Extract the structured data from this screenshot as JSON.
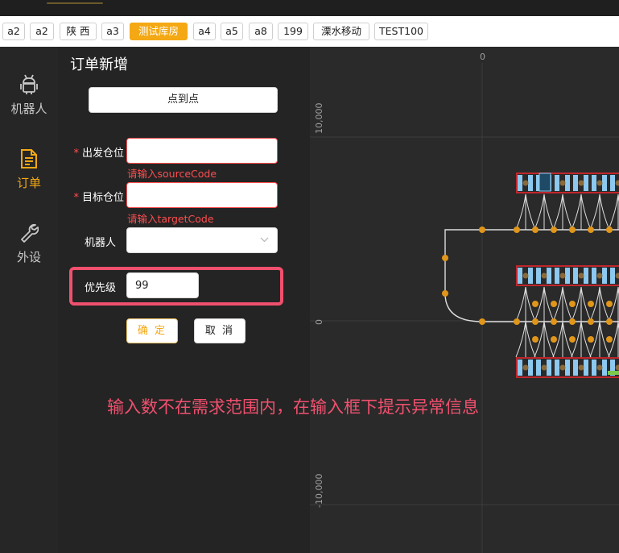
{
  "warehouse_tags": [
    {
      "label": "a2",
      "active": false
    },
    {
      "label": "a2",
      "active": false
    },
    {
      "label": "陕 西",
      "active": false
    },
    {
      "label": "a3",
      "active": false
    },
    {
      "label": "测试库房",
      "active": true
    },
    {
      "label": "a4",
      "active": false
    },
    {
      "label": "a5",
      "active": false
    },
    {
      "label": "a8",
      "active": false
    },
    {
      "label": "199",
      "active": false
    },
    {
      "label": "溧水移动",
      "active": false
    },
    {
      "label": "TEST100",
      "active": false
    }
  ],
  "sidebar": {
    "items": [
      {
        "label": "机器人",
        "icon": "robot-icon",
        "active": false
      },
      {
        "label": "订单",
        "icon": "order-icon",
        "active": true
      },
      {
        "label": "外设",
        "icon": "wrench-icon",
        "active": false
      }
    ]
  },
  "form": {
    "title": "订单新增",
    "point_to_point_label": "点到点",
    "source": {
      "label": "出发仓位",
      "value": "",
      "error": "请输入sourceCode"
    },
    "target": {
      "label": "目标仓位",
      "value": "",
      "error": "请输入targetCode"
    },
    "robot": {
      "label": "机器人",
      "value": ""
    },
    "priority": {
      "label": "优先级",
      "value": "99"
    },
    "confirm_label": "确 定",
    "cancel_label": "取 消"
  },
  "map": {
    "axis_labels": {
      "x_zero": "0",
      "y_top": "10,000",
      "y_zero": "0",
      "y_bottom": "-10,000"
    }
  },
  "annotation": "输入数不在需求范围内，在输入框下提示异常信息",
  "colors": {
    "accent": "#f4a814",
    "error": "#ff4d4f",
    "annotation": "#f0506e",
    "node": "#e0961a",
    "shelf": "#8cc8ef",
    "shelf_border": "#c0262c"
  }
}
